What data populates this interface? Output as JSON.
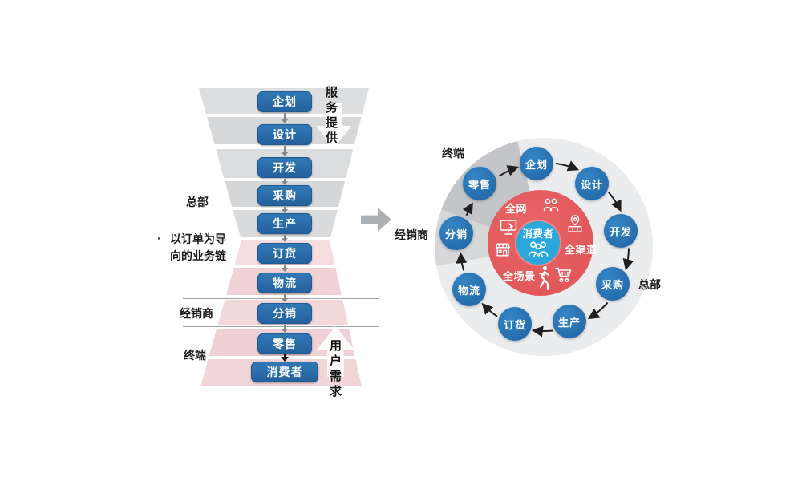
{
  "funnel": {
    "stages": [
      {
        "label": "企划"
      },
      {
        "label": "设计"
      },
      {
        "label": "开发"
      },
      {
        "label": "采购"
      },
      {
        "label": "生产"
      },
      {
        "label": "订货"
      },
      {
        "label": "物流"
      },
      {
        "label": "分销"
      },
      {
        "label": "零售"
      },
      {
        "label": "消费者"
      }
    ],
    "zone_labels": {
      "headquarters": "总部",
      "distributor": "经销商",
      "terminal": "终端"
    },
    "bullet": "·",
    "caption": "以订单为导向的业务链",
    "service_flow_label": "服务提供",
    "demand_flow_label": "用户需求"
  },
  "cycle": {
    "nodes": [
      {
        "label": "企划"
      },
      {
        "label": "设计"
      },
      {
        "label": "开发"
      },
      {
        "label": "采购"
      },
      {
        "label": "生产"
      },
      {
        "label": "订货"
      },
      {
        "label": "物流"
      },
      {
        "label": "分销"
      },
      {
        "label": "零售"
      }
    ],
    "center_label": "消费者",
    "inner_labels": {
      "all_network": "全网",
      "all_channel": "全渠道",
      "all_scene": "全场景"
    },
    "outer_labels": {
      "terminal": "终端",
      "distributor": "经销商",
      "headquarters": "总部"
    },
    "icons": [
      "users-icon",
      "monitor-icon",
      "store-pin-icon",
      "storefront-icon",
      "runner-icon",
      "cart-icon",
      "consumer-group-icon"
    ]
  },
  "colors": {
    "stage_blue": "#2b6ca8",
    "node_blue": "#2a77b7",
    "ring_gray": "#eaecee",
    "wedge_dark": "#c3c5c8",
    "wedge_mid": "#d5d7d9",
    "core_red": "#e35d5f",
    "center_cyan": "#2ba7db",
    "funnel_gray": "#d8dadc",
    "funnel_pink": "#f2d5d8",
    "arrow_gray": "#adb0b3"
  }
}
